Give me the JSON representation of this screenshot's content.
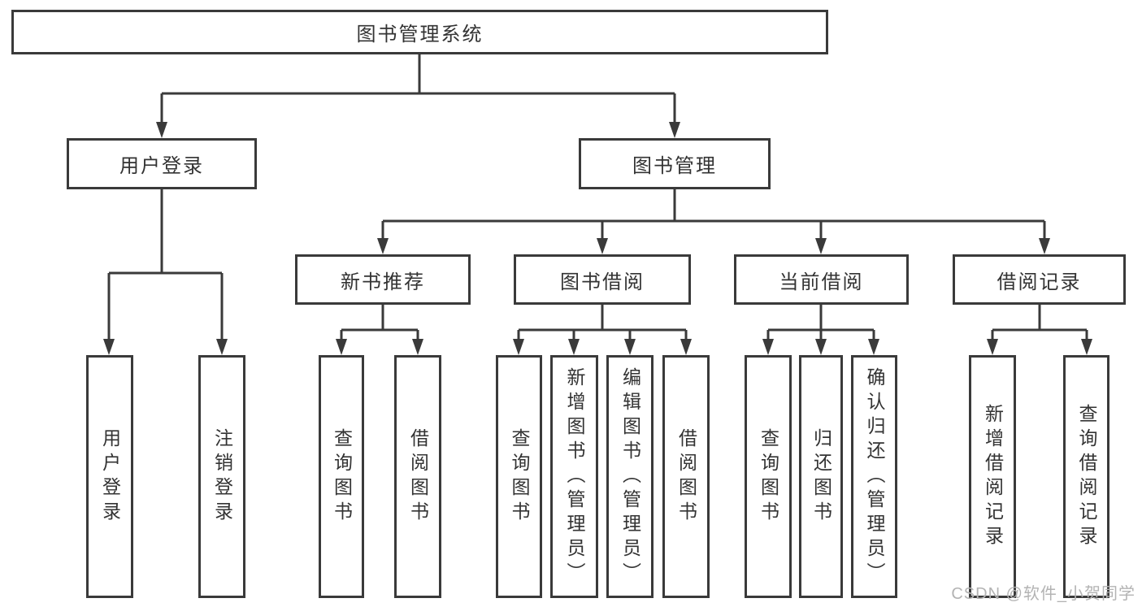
{
  "diagram": {
    "root": {
      "label": "图书管理系统"
    },
    "branches": [
      {
        "label": "用户登录",
        "children": [
          {
            "label": "用户登录"
          },
          {
            "label": "注销登录"
          }
        ]
      },
      {
        "label": "图书管理",
        "children": [
          {
            "label": "新书推荐",
            "children": [
              {
                "label": "查询图书"
              },
              {
                "label": "借阅图书"
              }
            ]
          },
          {
            "label": "图书借阅",
            "children": [
              {
                "label": "查询图书"
              },
              {
                "label": "新增图书（管理员）"
              },
              {
                "label": "编辑图书（管理员）"
              },
              {
                "label": "借阅图书"
              }
            ]
          },
          {
            "label": "当前借阅",
            "children": [
              {
                "label": "查询图书"
              },
              {
                "label": "归还图书"
              },
              {
                "label": "确认归还（管理员）"
              }
            ]
          },
          {
            "label": "借阅记录",
            "children": [
              {
                "label": "新增借阅记录"
              },
              {
                "label": "查询借阅记录"
              }
            ]
          }
        ]
      }
    ]
  },
  "colors": {
    "line": "#3a3a3a",
    "text": "#333333",
    "watermark": "#b3b3b3"
  },
  "watermark": "CSDN @软件_小贺同学"
}
